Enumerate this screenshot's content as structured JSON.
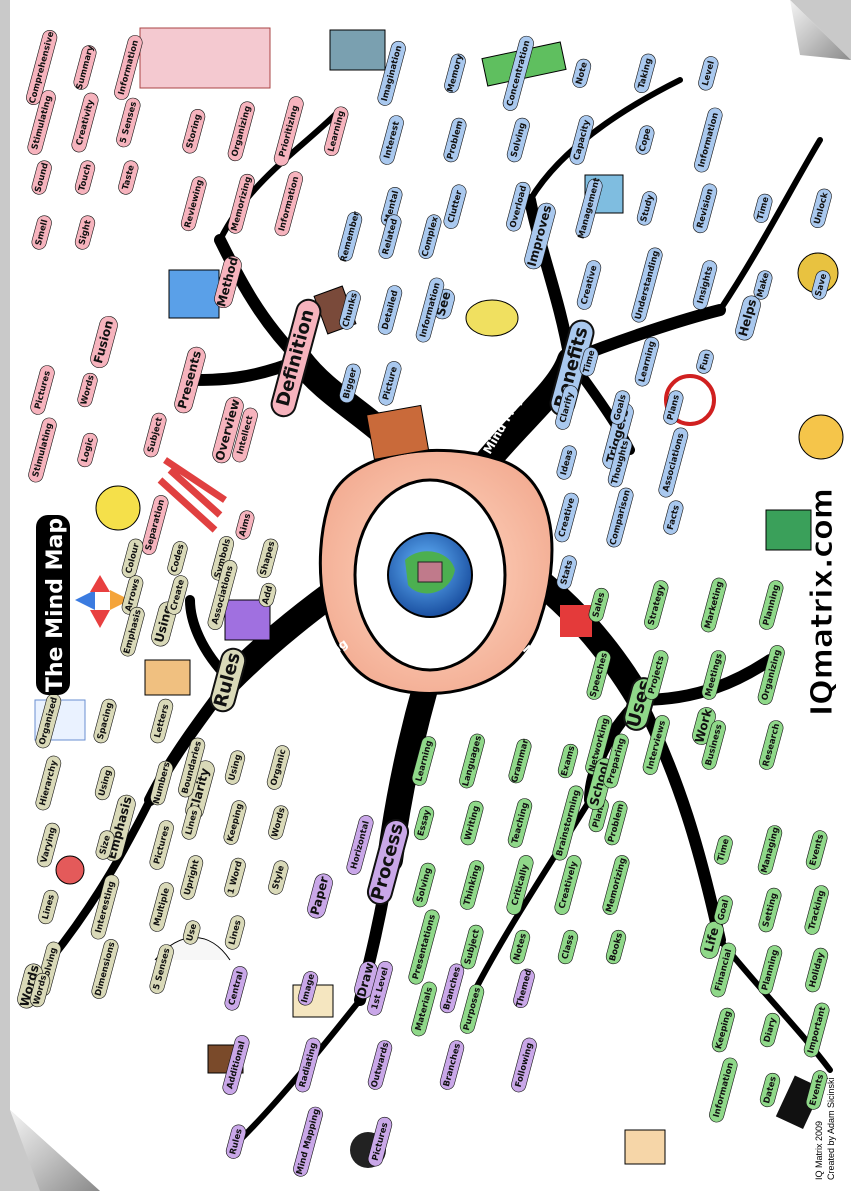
{
  "title": "The Mind Map",
  "site": "IQmatrix.com",
  "credit": [
    "IQ Matrix 2009",
    "Created by Adam Sicinski"
  ],
  "center_links": [
    "Mind Map",
    "Mind Map",
    "Mind Map",
    "Mind Map",
    "Mind Mapping"
  ],
  "branches": [
    {
      "key": "definition",
      "label": "Definition",
      "color": "#f6b3bd",
      "subs": [
        {
          "label": "Method",
          "color": "#f6b3bd",
          "items": [
            "Storing",
            "Organizing",
            "Prioritizing",
            "Learning",
            "Reviewing",
            "Memorizing",
            "Information"
          ]
        },
        {
          "label": "Presents",
          "color": "#f6b3bd",
          "items": [
            "Comprehensive",
            "Summary",
            "Information",
            "Stimulating",
            "Creativity",
            "5 Senses",
            "Sound",
            "Touch",
            "Taste",
            "Smell",
            "Sight"
          ]
        },
        {
          "label": "Fusion",
          "color": "#f6b3bd",
          "items": [
            "Pictures",
            "Words",
            "Stimulating",
            "Logic"
          ]
        },
        {
          "label": "Overview",
          "color": "#f6b3bd",
          "items": [
            "Subject",
            "Intellect",
            "Separation",
            "Aims"
          ]
        }
      ]
    },
    {
      "key": "benefits",
      "label": "Benefits",
      "color": "#a9c8ee",
      "subs": [
        {
          "label": "Improves",
          "color": "#a9c8ee",
          "items": [
            "Imagination",
            "Memory",
            "Concentration",
            "Note",
            "Taking",
            "Level",
            "Interest",
            "Problem",
            "Solving",
            "Capacity",
            "Cope",
            "Information",
            "Mental",
            "Clutter",
            "Overload"
          ]
        },
        {
          "label": "See",
          "color": "#a9c8ee",
          "items": [
            "Remember",
            "Related",
            "Complex",
            "Chunks",
            "Detailed",
            "Information",
            "Bigger",
            "Picture"
          ]
        },
        {
          "label": "Helps",
          "color": "#a9c8ee",
          "items": [
            "Management",
            "Study",
            "Revision",
            "Time",
            "Unlock",
            "Creative",
            "Understanding",
            "Insights",
            "Make",
            "Save",
            "Time",
            "Learning",
            "Fun"
          ]
        },
        {
          "label": "Triggers",
          "color": "#a9c8ee",
          "items": [
            "Clarify",
            "Goals",
            "Plans",
            "Ideas",
            "Thoughts",
            "Associations",
            "Creative",
            "Comparison",
            "Facts",
            "Stats"
          ]
        }
      ]
    },
    {
      "key": "uses",
      "label": "Uses",
      "color": "#8fd889",
      "subs": [
        {
          "label": "Work",
          "color": "#8fd889",
          "items": [
            "Sales",
            "Strategy",
            "Marketing",
            "Planning",
            "Speeches",
            "Projects",
            "Meetings",
            "Organizing",
            "Networking",
            "Interviews",
            "Business",
            "Research",
            "Plans"
          ]
        },
        {
          "label": "School",
          "color": "#8fd889",
          "items": [
            "Learning",
            "Languages",
            "Grammar",
            "Exams",
            "Preparing",
            "Essay",
            "Writing",
            "Teaching",
            "Brainstorming",
            "Problem",
            "Solving",
            "Thinking",
            "Critically",
            "Creatively",
            "Memorizing",
            "Presentations",
            "Subject",
            "Notes",
            "Class",
            "Books",
            "Materials",
            "Purposes"
          ]
        },
        {
          "label": "Life",
          "color": "#8fd889",
          "items": [
            "Time",
            "Managing",
            "Events",
            "Goal",
            "Setting",
            "Tracking",
            "Financial",
            "Planning",
            "Holiday",
            "Keeping",
            "Diary",
            "Important",
            "Information",
            "Dates",
            "Events"
          ]
        }
      ]
    },
    {
      "key": "process",
      "label": "Process",
      "color": "#c9a7e8",
      "subs": [
        {
          "label": "Paper",
          "color": "#c9a7e8",
          "items": [
            "Horizontal"
          ]
        },
        {
          "label": "Draw",
          "color": "#c9a7e8",
          "items": [
            "Central",
            "Image",
            "1st Level",
            "Branches",
            "Themed",
            "Additional",
            "Radiating",
            "Outwards",
            "Branches",
            "Following",
            "Rules",
            "Mind Mapping",
            "Pictures"
          ]
        }
      ]
    },
    {
      "key": "rules",
      "label": "Rules",
      "color": "#d9d9b8",
      "subs": [
        {
          "label": "Using",
          "color": "#d9d9b8",
          "items": [
            "Colour",
            "Codes",
            "Symbols",
            "Shapes",
            "Arrows",
            "Create",
            "Associations",
            "Add",
            "Emphasis"
          ]
        },
        {
          "label": "Clarity",
          "color": "#d9d9b8",
          "items": [
            "Boundaries",
            "Using",
            "Organic",
            "Lines",
            "Keeping",
            "Words",
            "Upright",
            "1 Word",
            "Style",
            "Use",
            "Lines"
          ]
        },
        {
          "label": "Emphasis",
          "color": "#d9d9b8",
          "items": [
            "Organized",
            "Spacing",
            "Letters",
            "Hierarchy",
            "Using",
            "Numbers",
            "Varying",
            "Size",
            "Pictures",
            "Lines",
            "Interesting",
            "Multiple",
            "Involving",
            "Dimensions",
            "5 Senses"
          ]
        },
        {
          "label": "Words",
          "color": "#d9d9b8",
          "items": [
            "Words"
          ]
        }
      ]
    }
  ]
}
